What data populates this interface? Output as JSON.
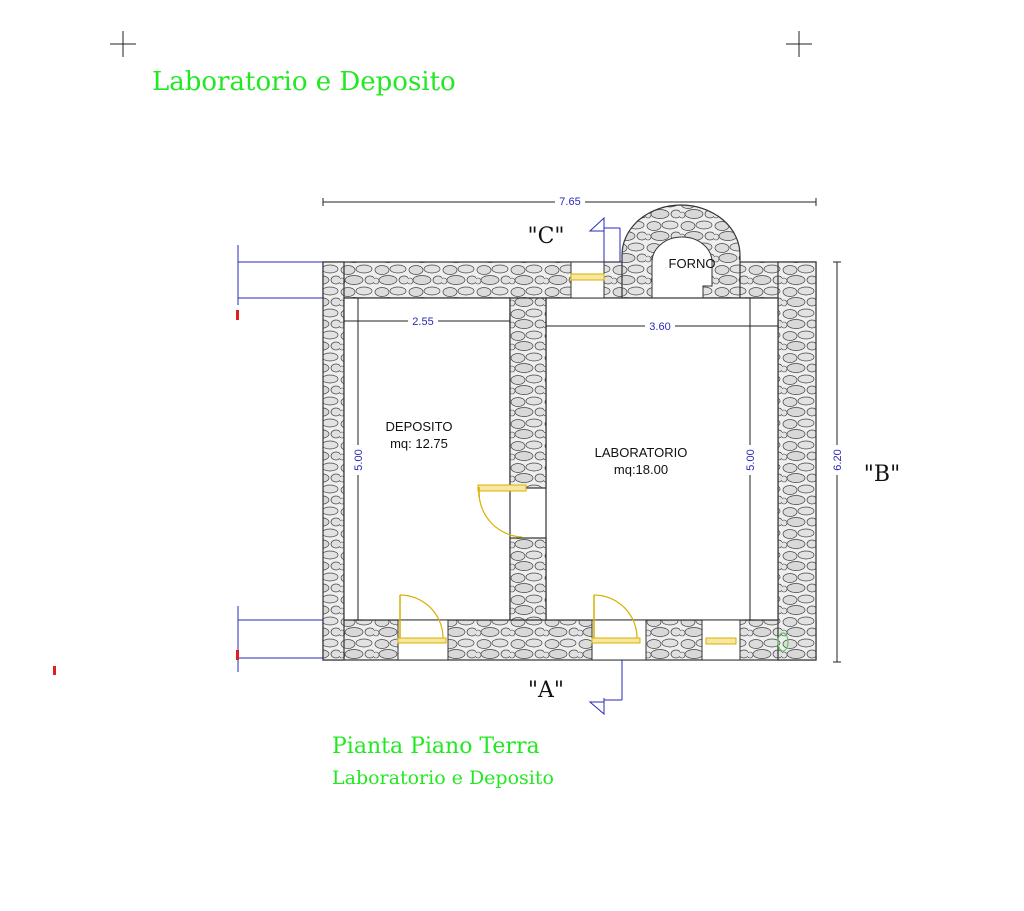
{
  "header": {
    "title": "Laboratorio e Deposito"
  },
  "plan": {
    "rooms": {
      "deposito": {
        "name": "DEPOSITO",
        "area": "mq: 12.75"
      },
      "laboratorio": {
        "name": "LABORATORIO",
        "area": "mq:18.00"
      },
      "forno": {
        "name": "FORNO"
      }
    },
    "dimensions": {
      "total_width": "7.65",
      "total_depth": "6.20",
      "deposito_width": "2.55",
      "deposito_depth": "5.00",
      "laboratorio_width": "3.60",
      "laboratorio_depth": "5.00"
    },
    "section_marks": {
      "a": "\"A\"",
      "b": "\"B\"",
      "c": "\"C\""
    }
  },
  "footer": {
    "title": "Pianta Piano Terra",
    "subtitle": "Laboratorio e Deposito"
  },
  "colors": {
    "title_green": "#22e822",
    "dimension_blue": "#2a2ab8",
    "door_yellow": "#d8b000",
    "wall_outline": "#333333",
    "stone_fill": "#e6e6e6"
  }
}
